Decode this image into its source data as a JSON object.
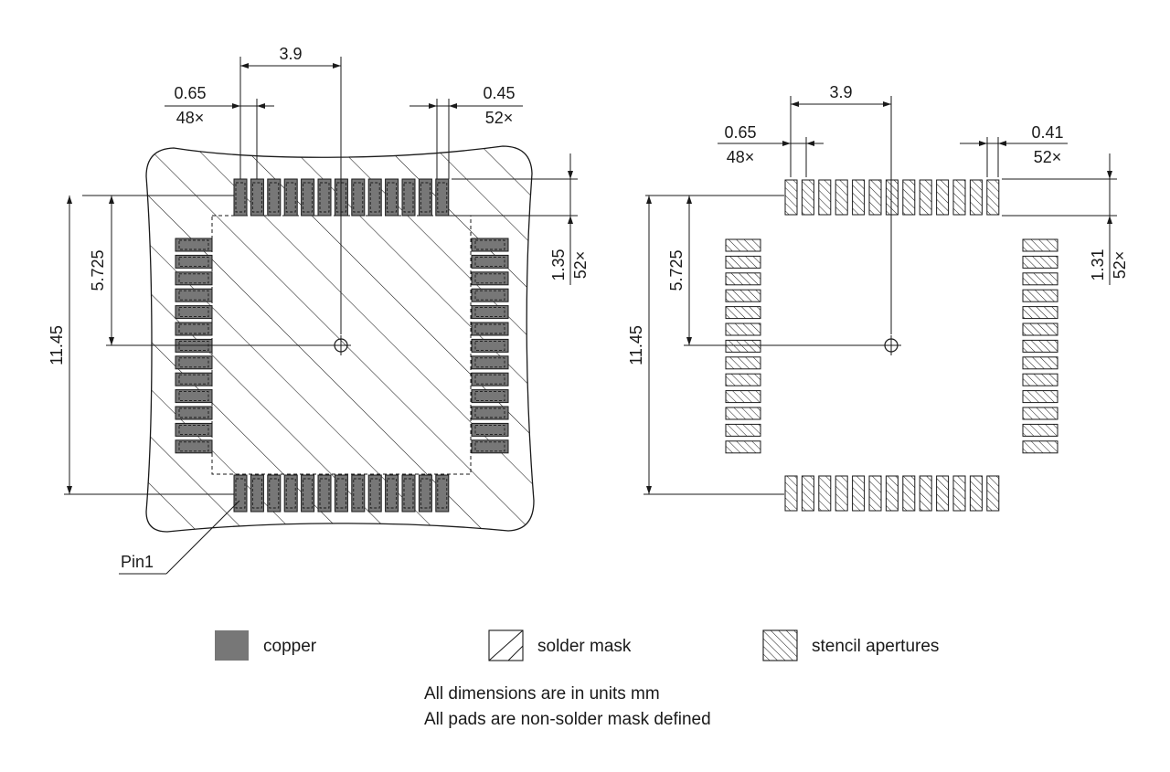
{
  "left_view": {
    "top_pitch": "3.9",
    "pad_pitch": "0.65",
    "pad_pitch_count": "48×",
    "pad_width": "0.45",
    "pad_width_count": "52×",
    "pad_length": "1.35",
    "pad_length_count": "52×",
    "half_height": "5.725",
    "full_height": "11.45",
    "pin1_label": "Pin1"
  },
  "right_view": {
    "top_pitch": "3.9",
    "pad_pitch": "0.65",
    "pad_pitch_count": "48×",
    "aperture_width": "0.41",
    "aperture_width_count": "52×",
    "aperture_length": "1.31",
    "aperture_length_count": "52×",
    "half_height": "5.725",
    "full_height": "11.45"
  },
  "legend": {
    "copper": "copper",
    "solder_mask": "solder mask",
    "stencil": "stencil apertures"
  },
  "notes": {
    "line1": "All dimensions are in units mm",
    "line2": "All pads are non-solder mask defined"
  },
  "colors": {
    "copper": "#777777",
    "line": "#1a1a1a",
    "background": "#ffffff"
  }
}
